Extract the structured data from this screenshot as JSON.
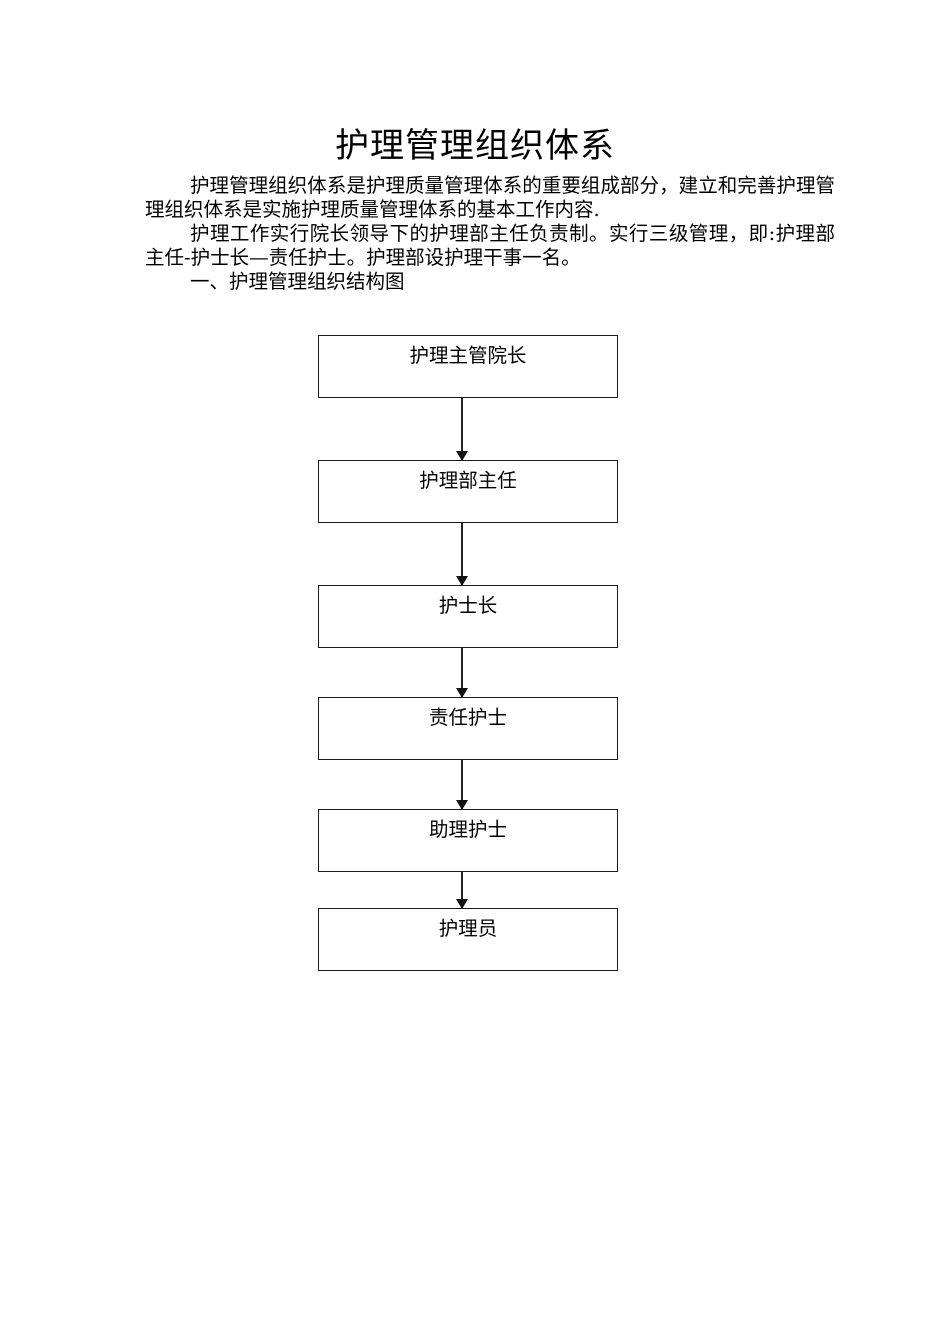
{
  "document": {
    "title": "护理管理组织体系",
    "paragraphs": [
      "护理管理组织体系是护理质量管理体系的重要组成部分，建立和完善护理管理组织体系是实施护理质量管理体系的基本工作内容.",
      "护理工作实行院长领导下的护理部主任负责制。实行三级管理，即:护理部主任-护士长—责任护士。护理部设护理干事一名。"
    ],
    "section_heading": "一、护理管理组织结构图"
  },
  "org_chart": {
    "nodes": [
      {
        "label": "护理主管院长"
      },
      {
        "label": "护理部主任"
      },
      {
        "label": "护士长"
      },
      {
        "label": "责任护士"
      },
      {
        "label": "助理护士"
      },
      {
        "label": "护理员"
      }
    ],
    "edges": [
      {
        "from": "护理主管院长",
        "to": "护理部主任"
      },
      {
        "from": "护理部主任",
        "to": "护士长"
      },
      {
        "from": "护士长",
        "to": "责任护士"
      },
      {
        "from": "责任护士",
        "to": "助理护士"
      },
      {
        "from": "助理护士",
        "to": "护理员"
      }
    ]
  }
}
